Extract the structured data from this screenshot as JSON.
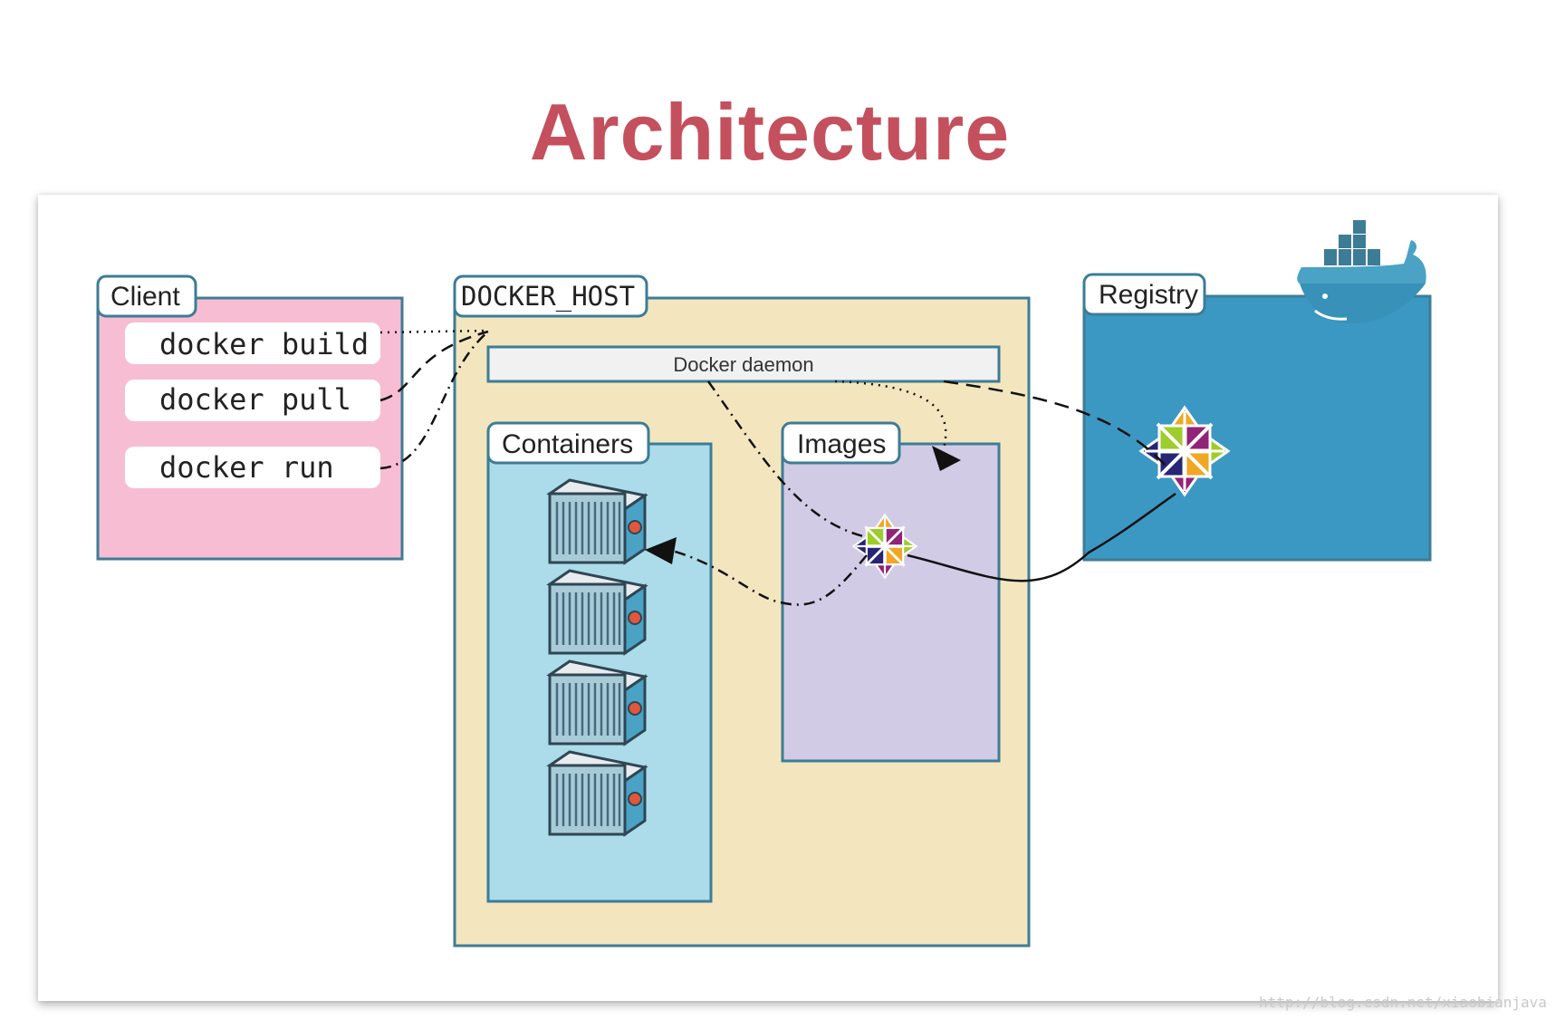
{
  "title": "Architecture",
  "client": {
    "label": "Client",
    "commands": [
      "docker build",
      "docker pull",
      "docker run"
    ]
  },
  "docker_host": {
    "label": "DOCKER_HOST",
    "daemon": "Docker daemon",
    "containers_label": "Containers",
    "images_label": "Images"
  },
  "registry": {
    "label": "Registry"
  },
  "watermark": "http://blog.csdn.net/xiaobianjava",
  "colors": {
    "title": "#c4505d",
    "client_bg": "#f7bdd3",
    "host_bg": "#f3e6bf",
    "containers_bg": "#acdce9",
    "images_bg": "#d2cbe6",
    "registry_bg": "#3b98c2",
    "border": "#3d7c96"
  },
  "icons": [
    "docker-whale-icon",
    "centos-image-icon",
    "shipping-container-icon"
  ]
}
